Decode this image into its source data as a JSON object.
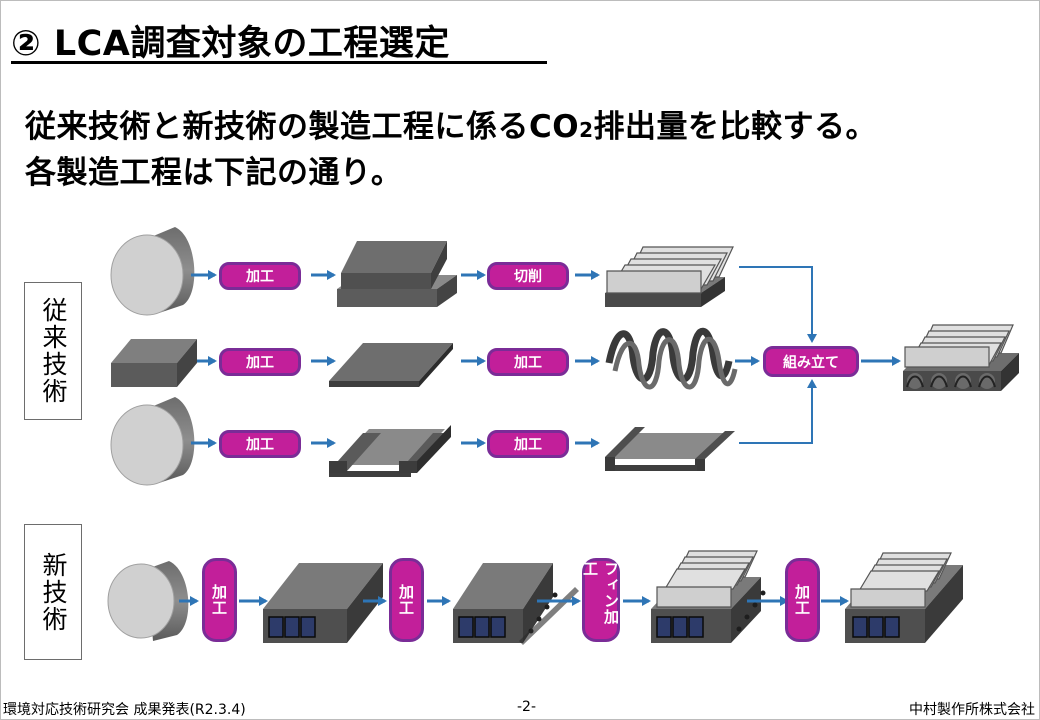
{
  "title": "② LCA調査対象の工程選定",
  "subtitle": {
    "line1_a": "従来技術と新技術の製造工程に係るCO",
    "line1_sub": "2",
    "line1_b": "排出量を比較する。",
    "line2": "各製造工程は下記の通り。"
  },
  "conventional": {
    "label": "従来技術",
    "row1": {
      "step1": "加工",
      "step2": "切削"
    },
    "row2": {
      "step1": "加工",
      "step2": "加工"
    },
    "row3": {
      "step1": "加工",
      "step2": "加工"
    },
    "assembly": "組み立て"
  },
  "new": {
    "label": "新技術",
    "step1": "加工",
    "step2": "加工",
    "step3": "フィン加工",
    "step4": "加工"
  },
  "footer": {
    "left": "環境対応技術研究会 成果発表(R2.3.4)",
    "center": "-2-",
    "right": "中村製作所株式会社"
  },
  "colors": {
    "pill_fill": "#c21f9a",
    "pill_border": "#7a2c97",
    "arrow": "#2e75b6",
    "part_dark": "#5a5a5a",
    "part_light": "#d0d0d0"
  }
}
